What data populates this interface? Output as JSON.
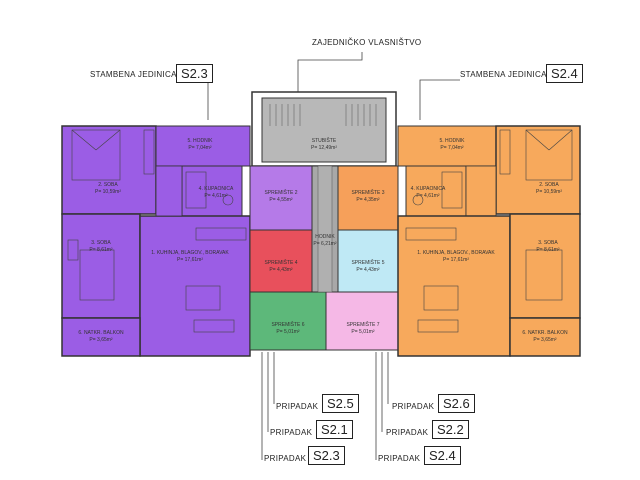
{
  "header": {
    "common_label": "ZAJEDNIČKO VLASNIŠTVO"
  },
  "units": {
    "left": {
      "label": "STAMBENA JEDINICA",
      "code": "S2.3"
    },
    "right": {
      "label": "STAMBENA JEDINICA",
      "code": "S2.4"
    }
  },
  "rooms": {
    "l_soba2": {
      "name": "2. SOBA",
      "area": "P= 10,59m²"
    },
    "l_hodnik": {
      "name": "5. HODNIK",
      "area": "P= 7,04m²"
    },
    "l_kupaonica": {
      "name": "4. KUPAONICA",
      "area": "P= 4,61m²"
    },
    "l_soba3": {
      "name": "3. SOBA",
      "area": "P= 8,61m²"
    },
    "l_kuhinja": {
      "name": "1. KUHINJA, BLAGOV., BORAVAK",
      "area": "P= 17,61m²"
    },
    "l_balkon": {
      "name": "6. NATKR. BALKON",
      "area": "P= 3,65m²"
    },
    "stubiste": {
      "name": "STUBIŠTE",
      "area": "P= 12,49m²"
    },
    "hodnik_c": {
      "name": "HODNIK",
      "area": "P= 6,21m²"
    },
    "sp2": {
      "name": "SPREMIŠTE 2",
      "area": "P= 4,55m²"
    },
    "sp3": {
      "name": "SPREMIŠTE 3",
      "area": "P= 4,35m²"
    },
    "sp4": {
      "name": "SPREMIŠTE 4",
      "area": "P= 4,43m²"
    },
    "sp5": {
      "name": "SPREMIŠTE 5",
      "area": "P= 4,43m²"
    },
    "sp6": {
      "name": "SPREMIŠTE 6",
      "area": "P= 5,01m²"
    },
    "sp7": {
      "name": "SPREMIŠTE 7",
      "area": "P= 5,01m²"
    },
    "r_hodnik": {
      "name": "5. HODNIK",
      "area": "P= 7,04m²"
    },
    "r_soba2": {
      "name": "2. SOBA",
      "area": "P= 10,59m²"
    },
    "r_kupaonica": {
      "name": "4. KUPAONICA",
      "area": "P= 4,61m²"
    },
    "r_kuhinja": {
      "name": "1. KUHINJA, BLAGOV., BORAVAK",
      "area": "P= 17,61m²"
    },
    "r_soba3": {
      "name": "3. SOBA",
      "area": "P= 8,61m²"
    },
    "r_balkon": {
      "name": "6. NATKR. BALKON",
      "area": "P= 3,65m²"
    }
  },
  "pripadak": {
    "label": "PRIPADAK",
    "left": [
      "S2.5",
      "S2.1",
      "S2.3"
    ],
    "right": [
      "S2.6",
      "S2.2",
      "S2.4"
    ]
  },
  "colors": {
    "purple": "#9b5de5",
    "orange": "#f7a95c",
    "stair_grey": "#b8b8b8",
    "corridor_grey": "#a8a8a8",
    "sp2": "#b57ae8",
    "sp3": "#f6a05a",
    "sp4": "#e8505c",
    "sp5": "#bfe9f5",
    "sp6": "#5db87a",
    "sp7": "#f5b8e6"
  }
}
